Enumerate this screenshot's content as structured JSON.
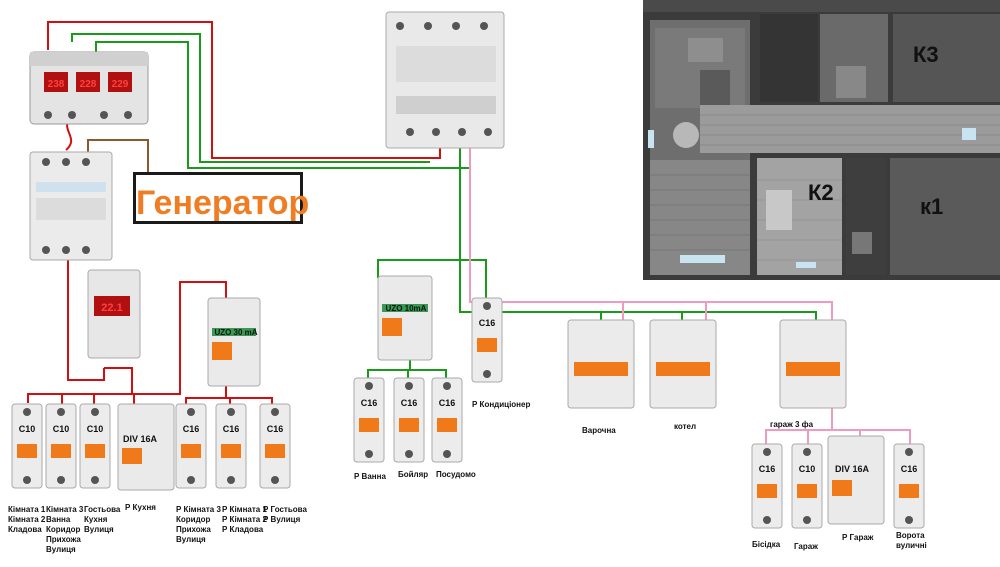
{
  "generator_label": "Генератор",
  "floorplan": {
    "rooms": [
      "К3",
      "К2",
      "к1"
    ]
  },
  "devices": {
    "voltage_relay_display": [
      "238",
      "228",
      "229"
    ],
    "timer_display": "22.1",
    "uzo_group_left": "UZO 30 mA",
    "uzo_group_middle": "UZO 10mA",
    "div_kitchen": "DIV 16A",
    "div_garage": "DIV 16A",
    "left_breakers": [
      "C10",
      "C10",
      "C10"
    ],
    "socket_breakers": [
      "C16",
      "C16",
      "C16"
    ],
    "middle_breakers": [
      "C16",
      "C16",
      "C16"
    ],
    "ac_breaker": "C16",
    "garage_breakers": [
      "C16",
      "C10",
      "C16"
    ]
  },
  "labels": {
    "l1": "Кімната 1\nКімната 2\nКладова",
    "l2": "Кімната 3\nВанна\nКоридор\nПрихожа\nВулиця",
    "l3": "Гостьова\nКухня\nВулиця",
    "l4": "Р Кухня",
    "l5": "Р Кімната 3\nКоридор\nПрихожа\nВулиця",
    "l6": "Р Кімната 1\nР Кімната 2\nР Кладова",
    "l7": "Р Гостьова\nР Вулиця",
    "l8": "Р Ванна",
    "l9": "Бойляр",
    "l10": "Посудомо",
    "l11": "Р Кондиціонер",
    "l12": "Варочна",
    "l13": "котел",
    "l14": "гараж 3 фа",
    "l15": "Бісідка",
    "l16": "Гараж",
    "l17": "Р Гараж",
    "l18": "Ворота\nвуличні"
  },
  "colors": {
    "wire_red": "#d01010",
    "wire_green": "#18a418",
    "wire_pink": "#f09ac0",
    "wire_brown": "#8b5a2b",
    "breaker_orange": "#f07a1a",
    "generator_text": "#ef7d24"
  }
}
